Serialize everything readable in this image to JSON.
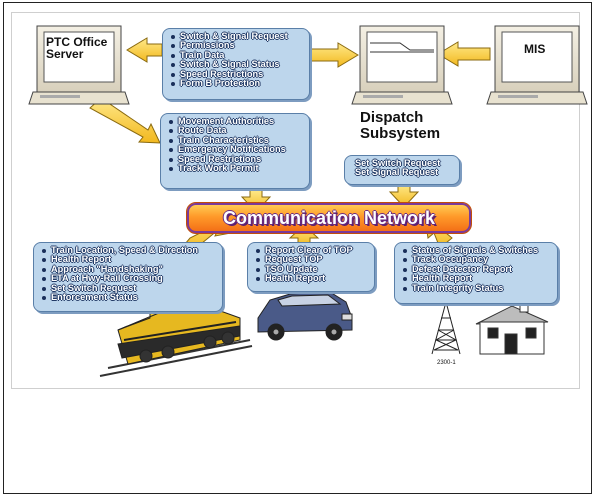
{
  "nodes": {
    "ptc_office_server": "PTC Office\nServer",
    "mis": "MIS",
    "dispatch_subsystem": "Dispatch\nSubsystem",
    "communication_network": "Communication Network"
  },
  "boxes": {
    "server_dispatch": [
      "Switch & Signal Request",
      "Permissions",
      "Train Data",
      "Switch & Signal Status",
      "Speed Restrictions",
      "Form B Protection"
    ],
    "server_network": [
      "Movement Authorities",
      "Route Data",
      "Train Characteristics",
      "Emergency Notifications",
      "Speed Restrictions",
      "Track Work Permit"
    ],
    "dispatch_requests": [
      "Set Switch Request",
      "Set Signal Request"
    ],
    "train": [
      "Train Location, Speed & Direction",
      "Health Report",
      "Approach \"Handshaking\"",
      "ETA at Hwy-Rail Crossing",
      "Set Switch Request",
      "Enforcement Status"
    ],
    "vehicle": [
      "Report Clear of TOP",
      "Request TOP",
      "TSO Update",
      "Health Report"
    ],
    "wayside": [
      "Status of Signals & Switches",
      "Track Occupancy",
      "Defect Detector Report",
      "Health Report",
      "Train Integrity Status"
    ]
  },
  "figure_number": "2300-1"
}
